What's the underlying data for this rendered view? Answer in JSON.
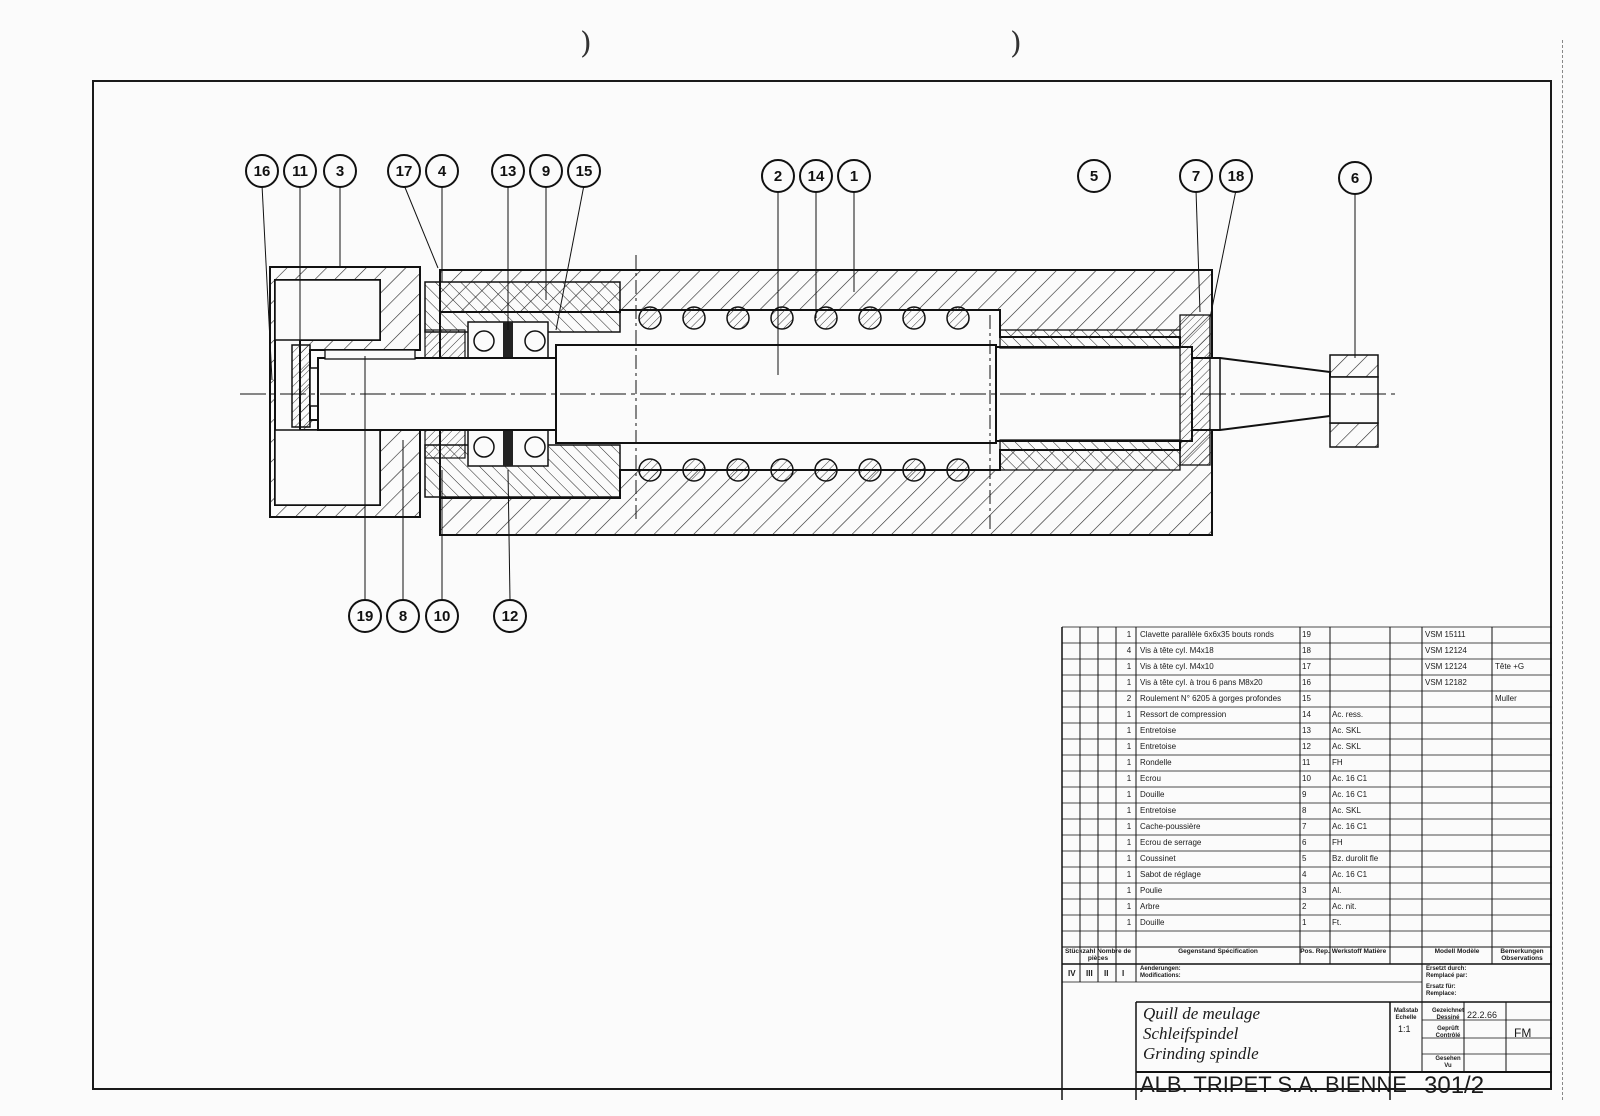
{
  "callouts_top": [
    "16",
    "11",
    "3",
    "17",
    "4",
    "13",
    "9",
    "15",
    "2",
    "14",
    "1",
    "5",
    "7",
    "18",
    "6"
  ],
  "callouts_bottom": [
    "19",
    "8",
    "10",
    "12"
  ],
  "parts": [
    {
      "qty": "1",
      "desc": "Clavette parallèle 6x6x35 bouts ronds",
      "pos": "19",
      "material": "",
      "model": "VSM 15111",
      "remark": ""
    },
    {
      "qty": "4",
      "desc": "Vis à tête cyl. M4x18",
      "pos": "18",
      "material": "",
      "model": "VSM 12124",
      "remark": ""
    },
    {
      "qty": "1",
      "desc": "Vis à tête cyl. M4x10",
      "pos": "17",
      "material": "",
      "model": "VSM 12124",
      "remark": "Tête +G"
    },
    {
      "qty": "1",
      "desc": "Vis à tête cyl. à trou 6 pans M8x20",
      "pos": "16",
      "material": "",
      "model": "VSM 12182",
      "remark": ""
    },
    {
      "qty": "2",
      "desc": "Roulement N° 6205 à gorges profondes",
      "pos": "15",
      "material": "",
      "model": "",
      "remark": "Muller"
    },
    {
      "qty": "1",
      "desc": "Ressort de compression",
      "pos": "14",
      "material": "Ac. ress.",
      "model": "",
      "remark": ""
    },
    {
      "qty": "1",
      "desc": "Entretoise",
      "pos": "13",
      "material": "Ac. SKL",
      "model": "",
      "remark": ""
    },
    {
      "qty": "1",
      "desc": "Entretoise",
      "pos": "12",
      "material": "Ac. SKL",
      "model": "",
      "remark": ""
    },
    {
      "qty": "1",
      "desc": "Rondelle",
      "pos": "11",
      "material": "FH",
      "model": "",
      "remark": ""
    },
    {
      "qty": "1",
      "desc": "Ecrou",
      "pos": "10",
      "material": "Ac. 16 C1",
      "model": "",
      "remark": ""
    },
    {
      "qty": "1",
      "desc": "Douille",
      "pos": "9",
      "material": "Ac. 16 C1",
      "model": "",
      "remark": ""
    },
    {
      "qty": "1",
      "desc": "Entretoise",
      "pos": "8",
      "material": "Ac. SKL",
      "model": "",
      "remark": ""
    },
    {
      "qty": "1",
      "desc": "Cache-poussière",
      "pos": "7",
      "material": "Ac. 16 C1",
      "model": "",
      "remark": ""
    },
    {
      "qty": "1",
      "desc": "Ecrou de serrage",
      "pos": "6",
      "material": "FH",
      "model": "",
      "remark": ""
    },
    {
      "qty": "1",
      "desc": "Coussinet",
      "pos": "5",
      "material": "Bz. durolit fle",
      "model": "",
      "remark": ""
    },
    {
      "qty": "1",
      "desc": "Sabot de réglage",
      "pos": "4",
      "material": "Ac. 16 C1",
      "model": "",
      "remark": ""
    },
    {
      "qty": "1",
      "desc": "Poulie",
      "pos": "3",
      "material": "Al.",
      "model": "",
      "remark": ""
    },
    {
      "qty": "1",
      "desc": "Arbre",
      "pos": "2",
      "material": "Ac. nit.",
      "model": "",
      "remark": ""
    },
    {
      "qty": "1",
      "desc": "Douille",
      "pos": "1",
      "material": "Ft.",
      "model": "",
      "remark": ""
    }
  ],
  "headers": {
    "qty": "Stückzahl Nombre de pièces",
    "desc": "Gegenstand Spécification",
    "pos": "Pos. Rep.",
    "material": "Werkstoff Matière",
    "model": "Modell Modèle",
    "remark": "Bemerkungen Observations"
  },
  "revisions": {
    "cols": [
      "IV",
      "III",
      "II",
      "I"
    ],
    "label": "Aenderungen: Modifications:"
  },
  "replaced_by": "Ersetzt durch: Remplacé par:",
  "replaces": "Ersatz für: Remplace:",
  "scale_label": "Maßstab Echelle",
  "scale": "1:1",
  "drawn_label": "Gezeichnet Dessiné",
  "drawn_date": "22.2.66",
  "checked_label": "Geprüft Contrôlé",
  "seen_label": "Gesehen Vu",
  "initials": "FM",
  "title_fr": "Quill de meulage",
  "title_de": "Schleifspindel",
  "title_en": "Grinding spindle",
  "company": "ALB. TRIPET S.A. BIENNE",
  "drawing_number": "301/2"
}
